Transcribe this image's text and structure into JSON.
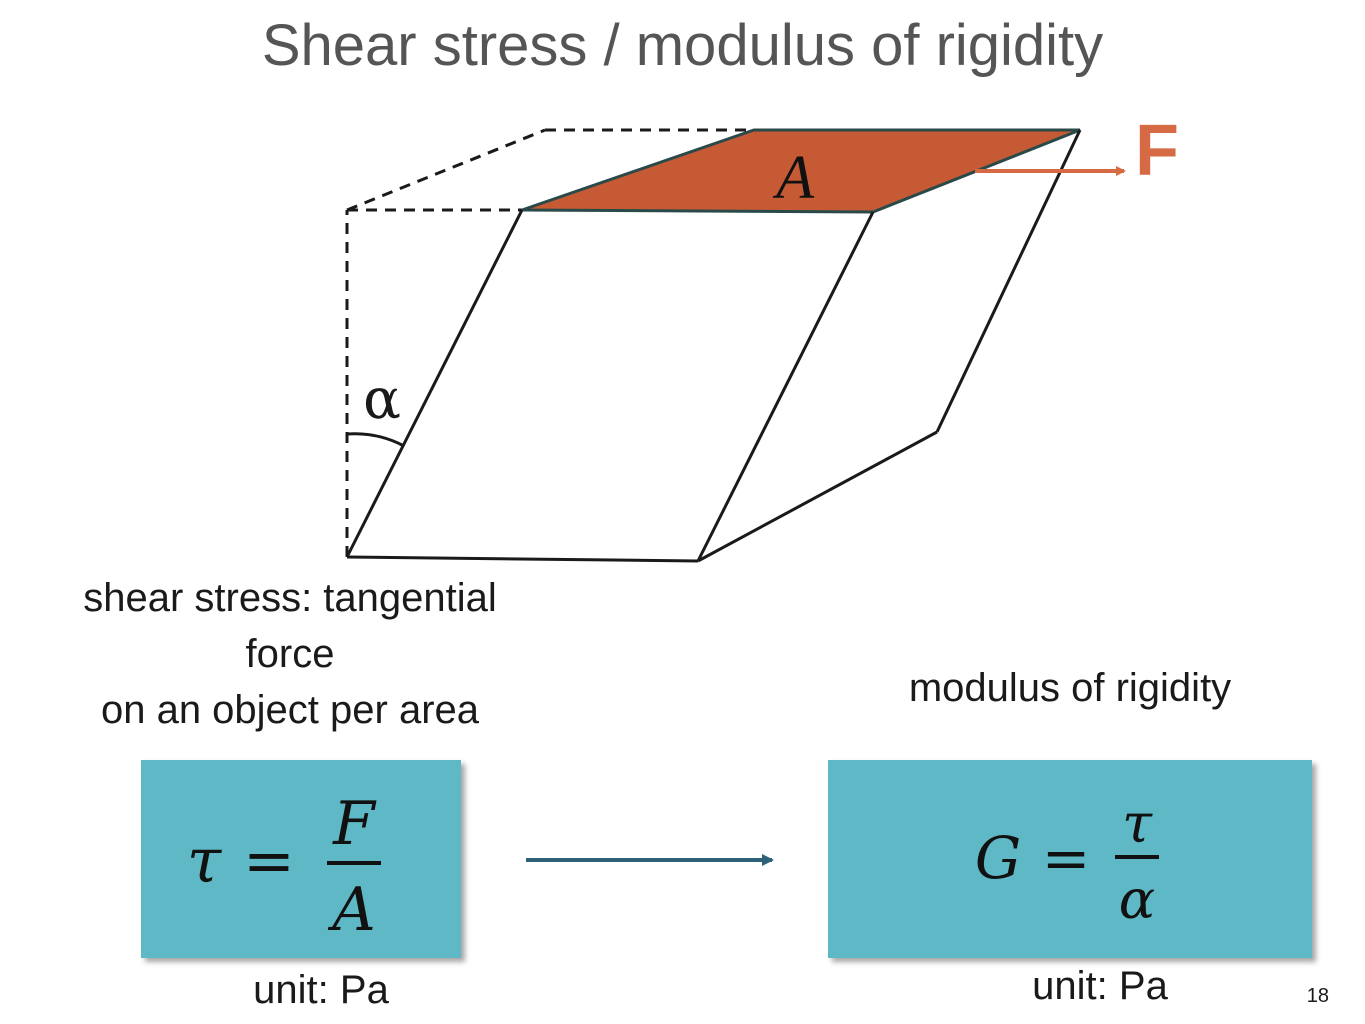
{
  "slide": {
    "title": "Shear stress / modulus of rigidity",
    "page_number": "18"
  },
  "diagram": {
    "area_label": "A",
    "force_label": "F",
    "angle_label": "α",
    "top_face_color": "#c65a35",
    "force_arrow_color": "#d66a44"
  },
  "shear_stress": {
    "caption_line1": "shear stress: tangential",
    "caption_line2": "force",
    "caption_line3": "on an object per area",
    "formula_lhs": "τ",
    "formula_eq": "=",
    "formula_num": "F",
    "formula_den": "A",
    "unit": "unit: Pa"
  },
  "modulus": {
    "caption": "modulus of rigidity",
    "formula_lhs": "G",
    "formula_eq": "=",
    "formula_num": "τ",
    "formula_den": "α",
    "unit": "unit: Pa"
  },
  "colors": {
    "formula_box": "#5eb8c6",
    "connector_arrow": "#2e6278",
    "title": "#555555"
  }
}
